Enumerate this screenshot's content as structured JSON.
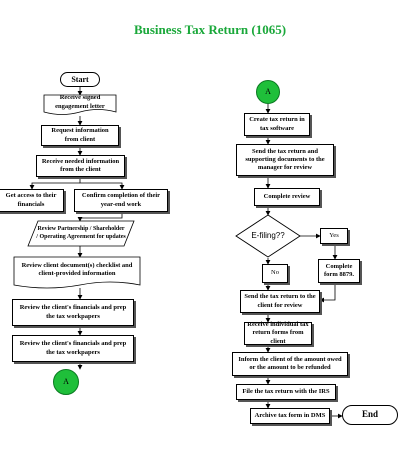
{
  "title": "Business Tax Return (1065)",
  "colors": {
    "title": "#1aa83a",
    "connector": "#1fbf3a"
  },
  "nodes": {
    "start": "Start",
    "receive_signed": "Receive signed engagement letter",
    "request_info": "Request information from client",
    "receive_needed": "Receive needed information from the client",
    "get_access": "Get access to their financials",
    "confirm_completion": "Confirm completion of their year-end work",
    "review_partnership": "Review Partnership / Shareholder / Operating Agreement for updates",
    "review_checklist": "Review client document(s) checklist and client-provided information",
    "review_financials_1": "Review the client's financials and prep the tax workpapers",
    "review_financials_2": "Review the client's financials and prep the tax workpapers",
    "connector_a_out": "A",
    "connector_a_in": "A",
    "create_return": "Create tax return in tax software",
    "send_manager": "Send the tax return and supporting documents to the manager for review",
    "complete_review": "Complete review",
    "efiling": "E-filing??",
    "yes": "Yes",
    "no": "No",
    "complete_8879": "Complete form 8879.",
    "send_client": "Send the tax return to the client for review",
    "receive_forms": "Receive individual tax return forms from client",
    "inform_client": "Inform the client of the amount owed or the amount to be refunded",
    "file_irs": "File the tax return with the IRS",
    "archive": "Archive tax form in DMS",
    "end": "End"
  }
}
